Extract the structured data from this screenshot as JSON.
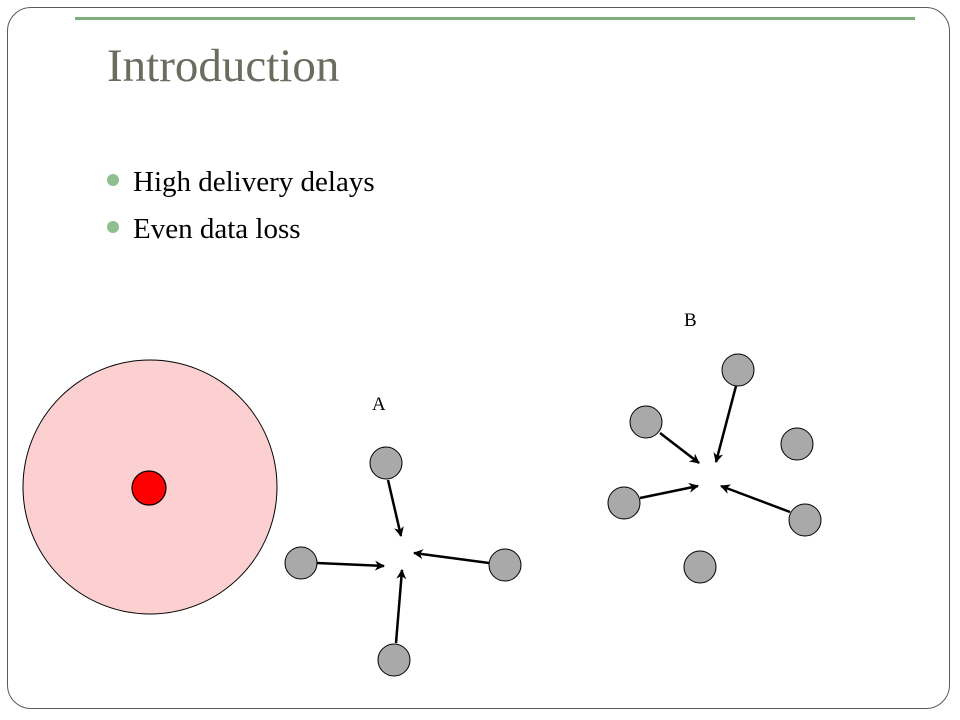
{
  "slide": {
    "title": "Introduction",
    "bullets": [
      "High delivery delays",
      "Even data loss"
    ]
  },
  "diagram": {
    "label_a": "A",
    "label_b": "B",
    "colors": {
      "range_fill": "#fcd0d0",
      "sink_fill": "#ff0000",
      "node_fill": "#a9a9a9",
      "accent_rule": "#7dae7d"
    }
  }
}
